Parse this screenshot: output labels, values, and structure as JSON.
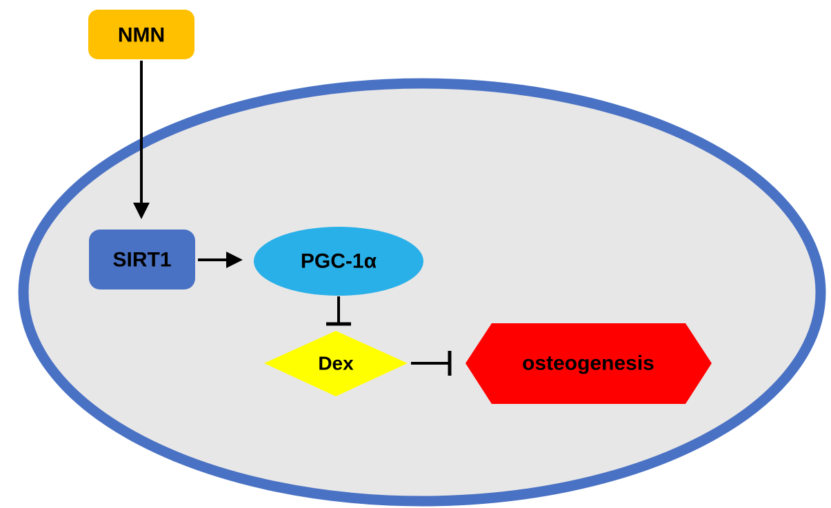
{
  "diagram": {
    "type": "signaling-pathway",
    "cell": {
      "fill": "#e8e7e7",
      "stroke": "#4a72c4"
    },
    "edge_color": "#000000",
    "nodes": {
      "nmn": {
        "label": "NMN",
        "shape": "rounded-rect",
        "fill": "#ffc000"
      },
      "sirt1": {
        "label": "SIRT1",
        "shape": "rounded-rect",
        "fill": "#4a72c4"
      },
      "pgc1a": {
        "label": "PGC-1α",
        "shape": "ellipse",
        "fill": "#29b0e8"
      },
      "dex": {
        "label": "Dex",
        "shape": "diamond",
        "fill": "#ffff00"
      },
      "osteogenesis": {
        "label": "osteogenesis",
        "shape": "hexagon",
        "fill": "#fe0000"
      }
    },
    "edges": [
      {
        "from": "NMN",
        "to": "SIRT1",
        "type": "activation-arrow"
      },
      {
        "from": "SIRT1",
        "to": "PGC-1α",
        "type": "activation-arrow"
      },
      {
        "from": "PGC-1α",
        "to": "Dex",
        "type": "inhibition-tbar"
      },
      {
        "from": "Dex",
        "to": "osteogenesis",
        "type": "inhibition-tbar"
      }
    ]
  }
}
